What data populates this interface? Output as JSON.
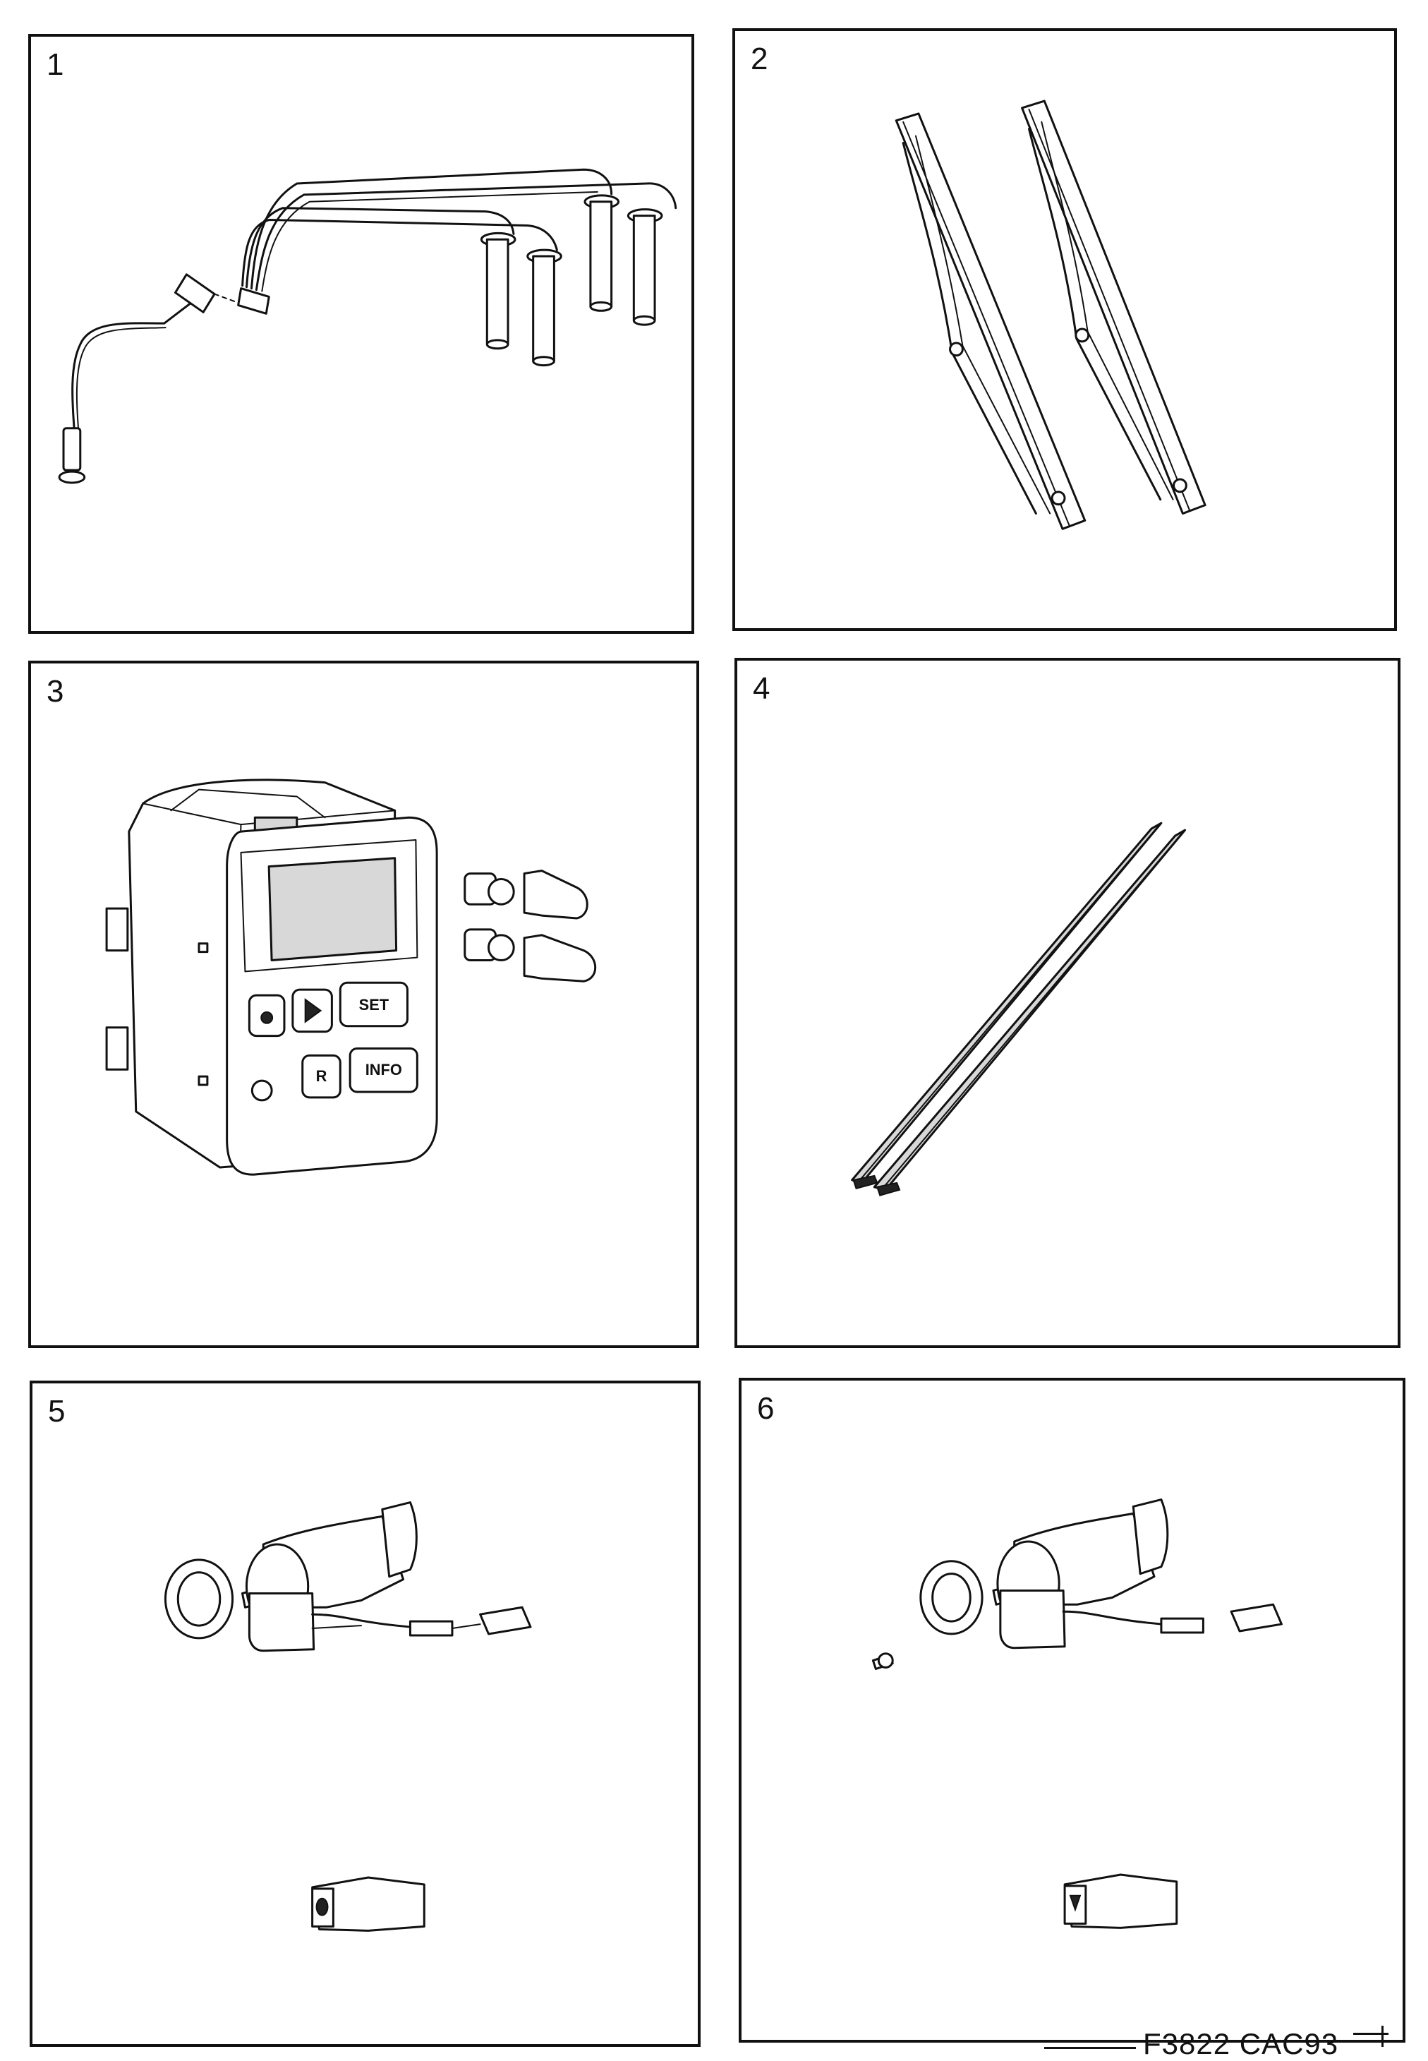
{
  "panels": [
    {
      "number": "1",
      "icon": "ignition-cable-set-icon"
    },
    {
      "number": "2",
      "icon": "wiper-arms-icon"
    },
    {
      "number": "3",
      "icon": "trip-computer-icon"
    },
    {
      "number": "4",
      "icon": "wiper-blades-icon"
    },
    {
      "number": "5",
      "icon": "switch-kit-icon"
    },
    {
      "number": "6",
      "icon": "switch-kit-with-plug-icon"
    }
  ],
  "computer_buttons": {
    "set": "SET",
    "reset": "R",
    "info": "INFO"
  },
  "figure_code": "F3822  CAC93"
}
